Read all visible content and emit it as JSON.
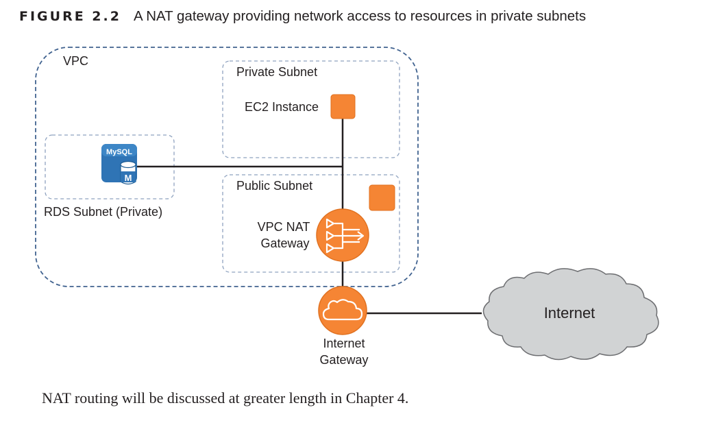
{
  "figure": {
    "label": "FIGURE 2.2",
    "caption": "A NAT gateway providing network access to resources in private subnets"
  },
  "diagram": {
    "vpc_label": "VPC",
    "private_subnet_label": "Private Subnet",
    "public_subnet_label": "Public Subnet",
    "rds_subnet_label": "RDS Subnet (Private)",
    "ec2_label": "EC2 Instance",
    "nat_label_line1": "VPC NAT",
    "nat_label_line2": "Gateway",
    "igw_label_line1": "Internet",
    "igw_label_line2": "Gateway",
    "internet_label": "Internet",
    "mysql_badge": "MySQL",
    "mysql_letter": "M",
    "colors": {
      "aws_orange": "#f58534",
      "orange_stroke": "#e07120",
      "vpc_border": "#40628f",
      "subnet_border": "#8ea2bf",
      "mysql_blue": "#2f74b5",
      "cloud_fill": "#d1d3d4",
      "cloud_stroke": "#6d6e71",
      "line": "#231f20"
    },
    "icons": [
      "mysql-rds-icon",
      "ec2-instance-icon",
      "nat-gateway-icon",
      "internet-gateway-icon",
      "internet-cloud-icon"
    ]
  },
  "body_text": "NAT routing will be discussed at greater length in Chapter 4."
}
